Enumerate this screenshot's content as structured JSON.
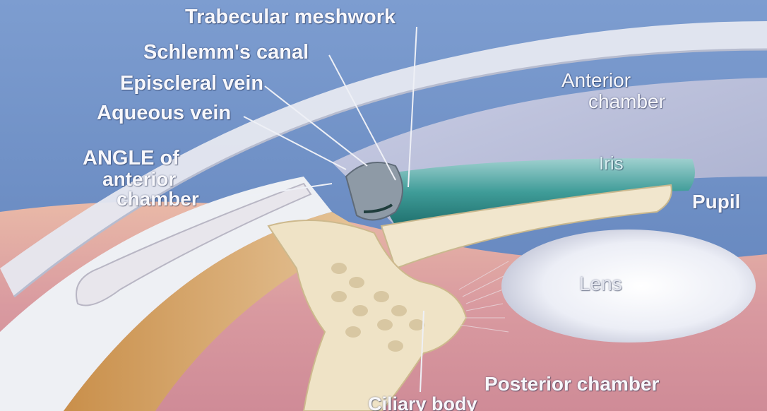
{
  "figure": {
    "labels": {
      "trabecular_meshwork": "Trabecular meshwork",
      "schlemms_canal": "Schlemm's canal",
      "episcleral_vein": "Episcleral vein",
      "aqueous_vein": "Aqueous vein",
      "angle_line1": "ANGLE of",
      "angle_line2": "anterior",
      "angle_line3": "chamber",
      "anterior_line1": "Anterior",
      "anterior_line2": "chamber",
      "iris": "Iris",
      "pupil": "Pupil",
      "lens": "Lens",
      "posterior_chamber": "Posterior chamber",
      "ciliary_body": "Ciliary body"
    },
    "colors": {
      "sky": "#6d8fc4",
      "cornea": "#e3e6ef",
      "iris": "#2f8f8c",
      "ciliary": "#efe3c6",
      "lens": "#f3f3f8",
      "posterior": "#d99aa0",
      "label": "#f7f7fb",
      "leader": "#eef0f6"
    }
  }
}
